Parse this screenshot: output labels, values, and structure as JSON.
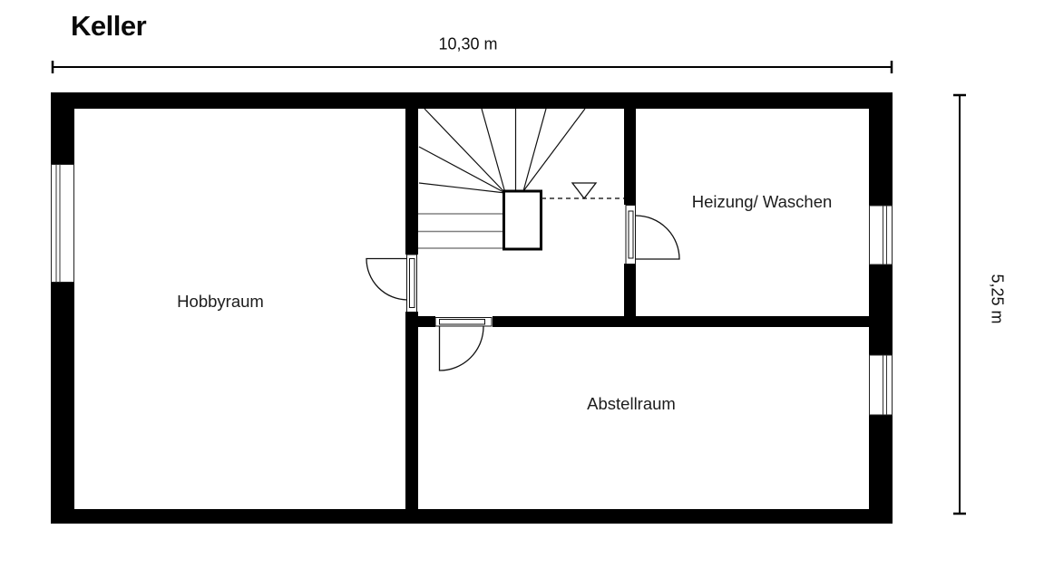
{
  "title": "Keller",
  "dimensions": {
    "width_label": "10,30 m",
    "height_label": "5,25 m"
  },
  "rooms": [
    {
      "name": "Hobbyraum"
    },
    {
      "name": "Heizung/ Waschen"
    },
    {
      "name": "Abstellraum"
    }
  ],
  "stair": {
    "direction_marker": "triangle-down"
  },
  "colors": {
    "wall": "#000000",
    "background": "#ffffff",
    "tread_line": "#808080",
    "text": "#1c1c1c"
  }
}
